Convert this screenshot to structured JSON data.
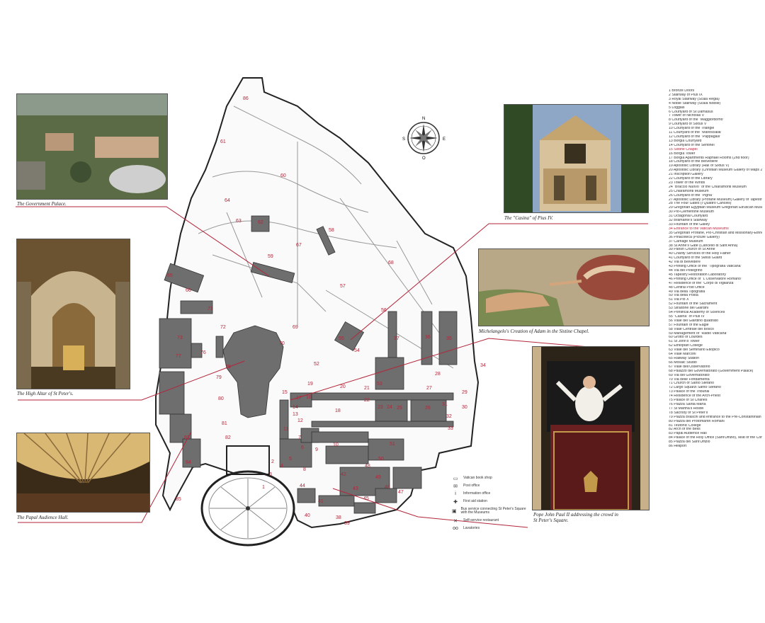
{
  "photos": {
    "government_palace": "The Government Palace.",
    "high_altar": "The High Altar of St Peter's.",
    "audience_hall": "The Papal Audience Hall.",
    "casina": "The \"Casina\" of Pius IV.",
    "creation": "Michelangelo's Creation of Adam in the Sistine Chapel.",
    "pope_line1": "Pope John Paul II addressing the crowd in",
    "pope_line2": "St Peter's Square."
  },
  "compass": {
    "n": "N",
    "s": "S",
    "e": "E",
    "o": "O"
  },
  "key": [
    {
      "icon": "book-icon",
      "label": "Vatican book shop"
    },
    {
      "icon": "envelope-icon",
      "label": "Post office"
    },
    {
      "icon": "info-icon",
      "label": "Information office"
    },
    {
      "icon": "first-aid-icon",
      "label": "First aid station"
    },
    {
      "icon": "bus-icon",
      "label": "Bus service connecting St Peter's Square with the Museums"
    },
    {
      "icon": "cutlery-icon",
      "label": "Self-service restaurant"
    },
    {
      "icon": "lavatory-icon",
      "label": "Lavatories"
    }
  ],
  "legend": [
    "1 Bronze Doors",
    "2 Stairway of Pius IX",
    "3 Royal Stairway (Scala Regia)",
    "4 Noble Stairway (Scala Nobile)",
    "5 Loggias",
    "6 Courtyard of St Damasus",
    "7 Tower of Nicholas V",
    "8 Courtyard of the \"Maggiordomo\"",
    "9 Courtyard of Sixtus V",
    "10 Courtyard of the Triangle",
    "11 Courtyard of the \"Marescialla\"",
    "12 Courtyard of the \"Pappagalli\"",
    "13 Borgia Courtyard",
    "14 Courtyard of the Sentinel",
    "15 Sistine Chapel",
    "16 Borgia Tower",
    "17 Borgia Apartments Raphael Rooms (2nd floor)",
    "18 Courtyard of the Belvedere",
    "19 Apostolic Library (Hall of Sixtus V)",
    "20 Apostolic Library (Christian Museum Gallery of Maps 2nd floor)",
    "21 Inscription Gallery",
    "22 Courtyard of the Library",
    "23 Tower of the Winds",
    "24 \"Braccio Nuovo\" of the Chiaramonti Museum",
    "25 Chiaramonti Museum",
    "26 Courtyard of the \"Pigna\"",
    "27 Apostolic Library (Profane Museum) Gallery of Tapestries, Gallery of the Candelabra (2nd floor)",
    "28 The Four Gates (I Quattro Cancelli)",
    "29 Gregorian Egyptian Museum Gregorian Etruscan Museum (2nd floor)",
    "30 Pio-Clementine Museum",
    "31 Octagonal Courtyard",
    "32 Bramante's Stairway",
    "33 Fountain of the Galley",
    "34 Entrance to the Vatican Museums",
    "35 Gregorian Profane, Pio-Christian and Missionary-Ethnological Museums",
    "36 Pinacoteca (Picture Gallery)",
    "37 Carriage Museum",
    "38 St Anne's Gate (Cancello di Sant'Anna)",
    "39 Parish Church of St Anne",
    "40 Charity Services of the Holy Father",
    "41 Courtyard of the Swiss Guard",
    "42 Via di Belvedere",
    "43 Printing Office of the \"Tipografia Vaticana\"",
    "44 Via del Pellegrino",
    "45 Tapestry Restoration Laboratory",
    "46 Printing Office of \"L'Osservatore Romano\"",
    "47 Residence of the \"Corpo di Vigilanza\"",
    "48 Central Post Office",
    "49 Via della Tipografia",
    "50 Via della Posta",
    "51 Via Pio X",
    "52 Fountain of the Sacrament",
    "53 Stradone dei Giardini",
    "54 Pontifical Academy of Sciences",
    "55 \"Casina\" of Pius IV",
    "56 Viale del Giardino quadrato",
    "57 Fountain of the Eagle",
    "58 Viale Centrale del Bosco",
    "59 Management of \"Radio Vaticana\"",
    "60 Grotto of Lourdes",
    "61 St John's Tower",
    "62 Ethiopian College",
    "63 Viale del Seminario Etiopico",
    "64 Viale Marconi",
    "65 Railway Station",
    "66 Mosaic Studio",
    "67 Viale dell'Osservatorio",
    "68 Palazzo del Governatorato (Government Palace)",
    "69 Via del Governatorato",
    "70 Via delle Fondamenta",
    "71 Church of Santo Stefano",
    "72 Largo Squarzi Santo Stefano",
    "73 Palace of the Tribunal",
    "74 Residence of the Arch-Priest",
    "75 Palace of St Charles",
    "76 Piazza Santa Marta",
    "77 St Martha's Hostel",
    "78 Sacristy of St Peter's",
    "79 Piazza Braschi and entrance to the Pre-Constantinian Necropolis",
    "80 Piazza dei Protomartiri Romani",
    "81 Teutonic College",
    "82 Arch of the Bells",
    "83 Papal Audience Hall",
    "84 Palace of the Holy Office (Sant'Uffizio), seat of the Congregation for the Doctrine of Faith",
    "85 Piazza del Sant'Uffizio",
    "86 Heliport"
  ],
  "legend_highlight": [
    "15 Sistine Chapel",
    "34 Entrance to the Vatican Museums"
  ],
  "map_labels": [
    {
      "n": "86"
    },
    {
      "n": "61"
    },
    {
      "n": "60"
    },
    {
      "n": "62"
    },
    {
      "n": "63"
    },
    {
      "n": "64"
    },
    {
      "n": "67"
    },
    {
      "n": "68"
    },
    {
      "n": "58"
    },
    {
      "n": "59"
    },
    {
      "n": "57"
    },
    {
      "n": "65"
    },
    {
      "n": "66"
    },
    {
      "n": "69"
    },
    {
      "n": "72"
    },
    {
      "n": "73"
    },
    {
      "n": "70"
    },
    {
      "n": "71"
    },
    {
      "n": "76"
    },
    {
      "n": "77"
    },
    {
      "n": "78"
    },
    {
      "n": "79"
    },
    {
      "n": "80"
    },
    {
      "n": "56"
    },
    {
      "n": "55"
    },
    {
      "n": "54"
    },
    {
      "n": "52"
    },
    {
      "n": "53"
    },
    {
      "n": "37"
    },
    {
      "n": "36"
    },
    {
      "n": "35"
    },
    {
      "n": "34"
    },
    {
      "n": "28"
    },
    {
      "n": "29"
    },
    {
      "n": "30"
    },
    {
      "n": "31"
    },
    {
      "n": "32"
    },
    {
      "n": "33"
    },
    {
      "n": "27"
    },
    {
      "n": "26"
    },
    {
      "n": "25"
    },
    {
      "n": "24"
    },
    {
      "n": "23"
    },
    {
      "n": "22"
    },
    {
      "n": "21"
    },
    {
      "n": "20"
    },
    {
      "n": "19"
    },
    {
      "n": "18"
    },
    {
      "n": "17"
    },
    {
      "n": "16"
    },
    {
      "n": "15"
    },
    {
      "n": "14"
    },
    {
      "n": "13"
    },
    {
      "n": "12"
    },
    {
      "n": "11"
    },
    {
      "n": "10"
    },
    {
      "n": "9"
    },
    {
      "n": "8"
    },
    {
      "n": "7"
    },
    {
      "n": "6"
    },
    {
      "n": "5"
    },
    {
      "n": "4"
    },
    {
      "n": "3"
    },
    {
      "n": "2"
    },
    {
      "n": "1"
    },
    {
      "n": "81"
    },
    {
      "n": "82"
    },
    {
      "n": "83"
    },
    {
      "n": "84"
    },
    {
      "n": "85"
    },
    {
      "n": "38"
    },
    {
      "n": "39"
    },
    {
      "n": "40"
    },
    {
      "n": "41"
    },
    {
      "n": "42"
    },
    {
      "n": "43"
    },
    {
      "n": "44"
    },
    {
      "n": "45"
    },
    {
      "n": "46"
    },
    {
      "n": "47"
    },
    {
      "n": "48"
    },
    {
      "n": "49"
    },
    {
      "n": "50"
    },
    {
      "n": "51"
    }
  ],
  "colors": {
    "accent": "#b3263a",
    "building": "#6e6e6e",
    "wall": "#333333"
  }
}
